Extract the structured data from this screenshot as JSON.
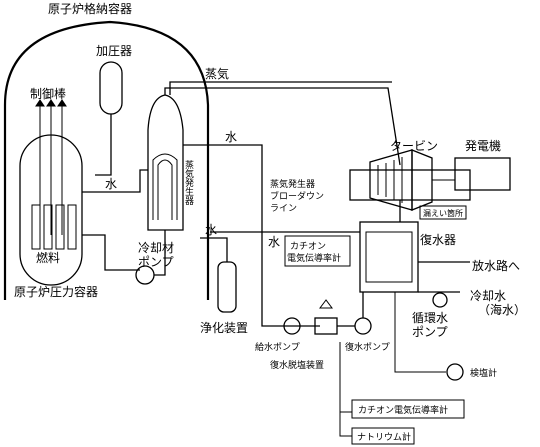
{
  "labels": {
    "containment": "原子炉格納容器",
    "pressurizer": "加圧器",
    "control_rods": "制御棒",
    "steam": "蒸気",
    "water_top": "水",
    "water_left": "水",
    "water_mid": "水",
    "water_feed": "水",
    "steam_generator_v": "蒸気発生器",
    "fuel": "燃料",
    "coolant_pump_1": "冷却材",
    "coolant_pump_2": "ポンプ",
    "rpv": "原子炉圧力容器",
    "purification": "浄化装置",
    "turbine": "タービン",
    "generator": "発電機",
    "sg_blowdown_1": "蒸気発生器",
    "sg_blowdown_2": "ブローダウン",
    "sg_blowdown_3": "ライン",
    "leak_spot": "漏えい箇所",
    "cation_cond_1_a": "カチオン",
    "cation_cond_1_b": "電気伝導率計",
    "condenser": "復水器",
    "discharge": "放水路へ",
    "cooling_water_1": "冷却水",
    "cooling_water_2": "（海水）",
    "circ_pump_1": "循環水",
    "circ_pump_2": "ポンプ",
    "feed_pump": "給水ポンプ",
    "cond_pump": "復水ポンプ",
    "demineralizer": "復水脱塩装置",
    "salinity_meter": "検塩計",
    "cation_cond_2": "カチオン電気伝導率計",
    "sodium_meter": "ナトリウム計"
  }
}
